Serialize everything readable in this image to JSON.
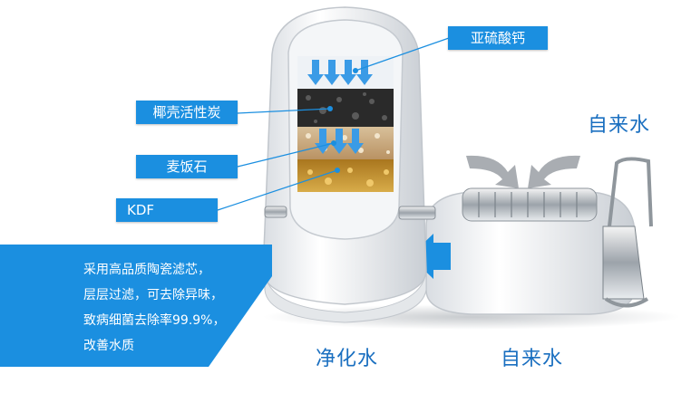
{
  "colors": {
    "accent_blue": "#1b8fe0",
    "label_blue": "#1a6fc0",
    "filter_carbon": "#2a2a2a",
    "filter_stone": "#c9a77a",
    "filter_kdf": "#c8952c"
  },
  "callouts": {
    "calcium_sulfite": "亚硫酸钙",
    "coconut_carbon": "椰壳活性炭",
    "maifan_stone": "麦饭石",
    "kdf": "KDF"
  },
  "labels": {
    "tap_water_top": "自来水",
    "tap_water_bottom": "自来水",
    "purified_water": "净化水"
  },
  "description": {
    "lines": [
      "采用高品质陶瓷滤芯，",
      "层层过滤，可去除异味，",
      "致病细菌去除率99.9%，",
      "改善水质"
    ]
  }
}
